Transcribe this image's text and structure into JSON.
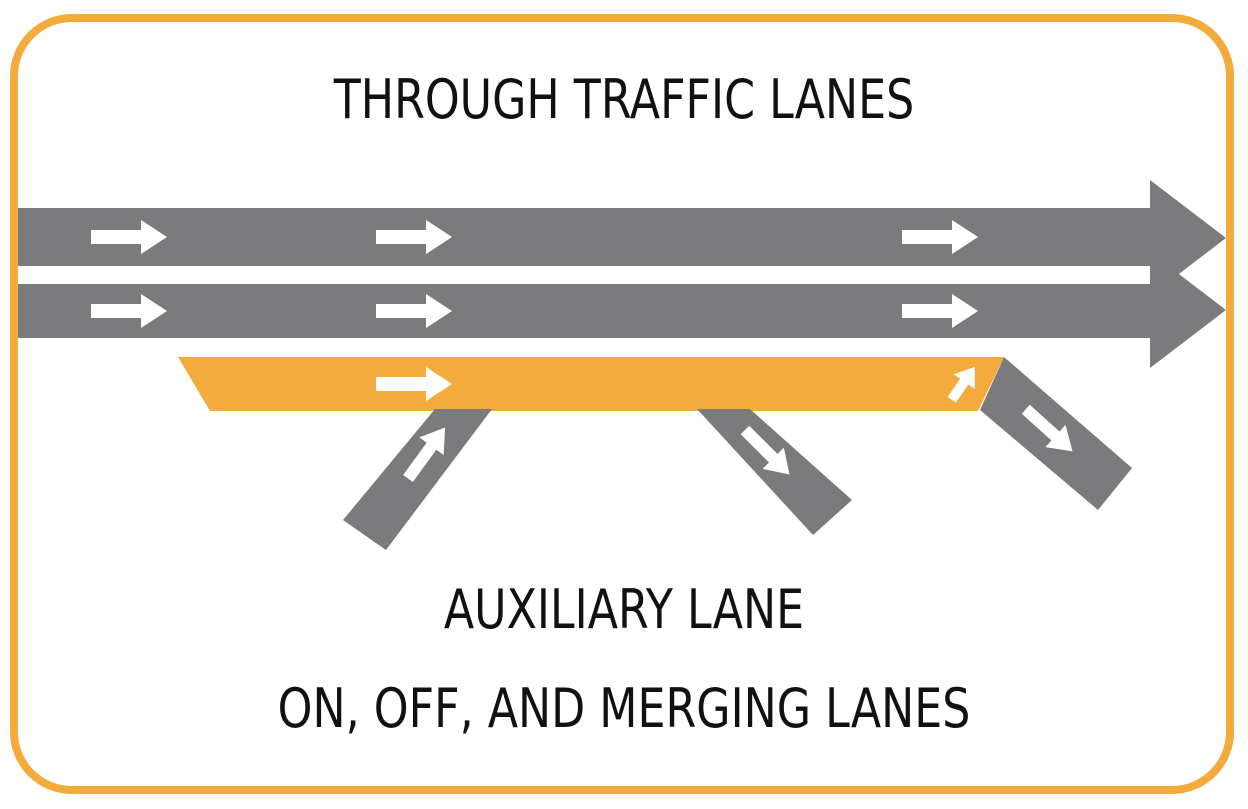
{
  "diagram": {
    "top_label": "THROUGH TRAFFIC LANES",
    "bottom_label_line1": "AUXILIARY LANE",
    "bottom_label_line2": "ON, OFF, AND MERGING LANES",
    "colors": {
      "frame": "#f3ac3c",
      "through_lane": "#7b7b7d",
      "auxiliary_lane": "#f3ac3c",
      "ramp": "#7b7b7d",
      "arrow": "#ffffff",
      "text": "#111111"
    },
    "icons": {
      "lane_arrow": "right-arrow-icon",
      "ramp_arrow": "diagonal-arrow-icon",
      "lane_end": "large-arrowhead-icon"
    }
  }
}
